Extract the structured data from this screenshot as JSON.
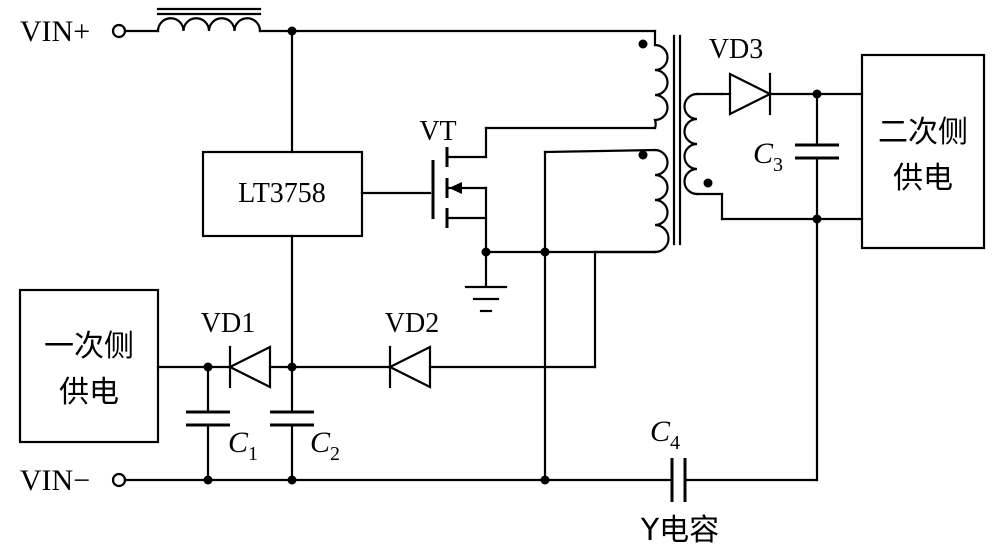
{
  "terminals": {
    "vin_pos": "VIN+",
    "vin_neg": "VIN−"
  },
  "controller": {
    "label": "LT3758"
  },
  "switch": {
    "label": "VT"
  },
  "diodes": {
    "vd1": "VD1",
    "vd2": "VD2",
    "vd3": "VD3"
  },
  "capacitors": {
    "c1": {
      "letter": "C",
      "sub": "1"
    },
    "c2": {
      "letter": "C",
      "sub": "2"
    },
    "c3": {
      "letter": "C",
      "sub": "3"
    },
    "c4": {
      "letter": "C",
      "sub": "4"
    }
  },
  "y_cap_label": "Y电容",
  "primary_supply": {
    "line1": "一次侧",
    "line2": "供电"
  },
  "secondary_supply": {
    "line1": "二次侧",
    "line2": "供电"
  }
}
